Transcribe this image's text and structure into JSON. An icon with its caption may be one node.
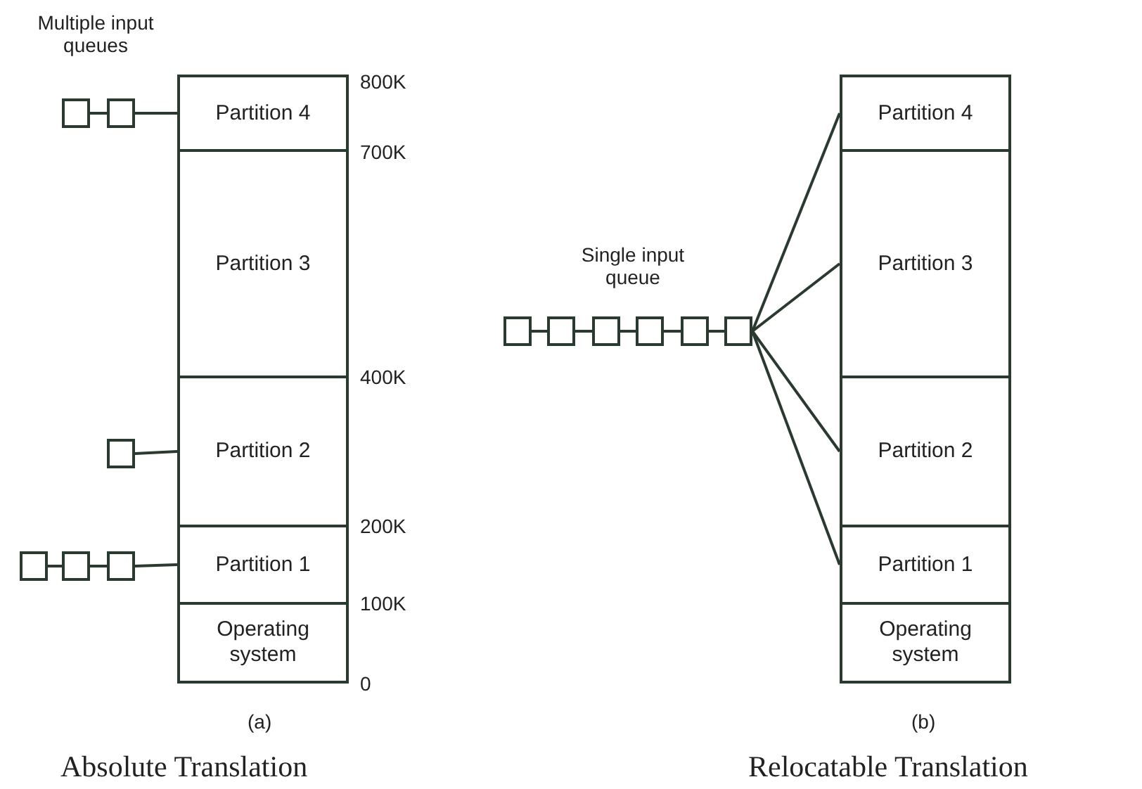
{
  "diagram": {
    "nodes": [
      {
        "text": [
          "Partition 4"
        ]
      },
      {
        "text": [
          "Partition 3"
        ]
      },
      {
        "text": [
          "Partition 2"
        ]
      },
      {
        "text": [
          "Partition 1"
        ]
      },
      {
        "text": [
          "Operating system"
        ]
      },
      {
        "text": [],
        "shape": "box"
      },
      {
        "text": [],
        "shape": "box"
      },
      {
        "text": [],
        "shape": "box"
      },
      {
        "text": [],
        "shape": "box"
      },
      {
        "text": [],
        "shape": "box"
      },
      {
        "text": [],
        "shape": "box"
      },
      {
        "text": [
          "Partition 4"
        ]
      },
      {
        "text": [
          "Partition 3"
        ]
      },
      {
        "text": [
          "Partition 2"
        ]
      },
      {
        "text": [
          "Partition 1"
        ]
      },
      {
        "text": [
          "Operating system"
        ]
      },
      {
        "text": [],
        "shape": "box"
      },
      {
        "text": [],
        "shape": "box"
      },
      {
        "text": [],
        "shape": "box"
      },
      {
        "text": [],
        "shape": "box"
      },
      {
        "text": [],
        "shape": "box"
      },
      {
        "text": [],
        "shape": "box"
      }
    ],
    "edges": [
      {
        "from": 5,
        "to": 6,
        "arrow": "none"
      },
      {
        "from": 6,
        "to": 0,
        "arrow": "none"
      },
      {
        "from": 7,
        "to": 2,
        "arrow": "none"
      },
      {
        "from": 8,
        "to": 9,
        "arrow": "none"
      },
      {
        "from": 9,
        "to": 10,
        "arrow": "none"
      },
      {
        "from": 10,
        "to": 3,
        "arrow": "none"
      },
      {
        "from": 16,
        "to": 17,
        "arrow": "none"
      },
      {
        "from": 17,
        "to": 18,
        "arrow": "none"
      },
      {
        "from": 18,
        "to": 19,
        "arrow": "none"
      },
      {
        "from": 19,
        "to": 20,
        "arrow": "none"
      },
      {
        "from": 20,
        "to": 21,
        "arrow": "none"
      },
      {
        "from": 21,
        "to": 11,
        "arrow": "none"
      },
      {
        "from": 21,
        "to": 12,
        "arrow": "none"
      },
      {
        "from": 21,
        "to": 13,
        "arrow": "none"
      },
      {
        "from": 21,
        "to": 14,
        "arrow": "none"
      }
    ],
    "labels": [
      "Multiple input queues",
      "800K",
      "700K",
      "400K",
      "200K",
      "100K",
      "0",
      "(a)",
      "Absolute Translation",
      "Single input queue",
      "(b)",
      "Relocatable Translation"
    ]
  }
}
